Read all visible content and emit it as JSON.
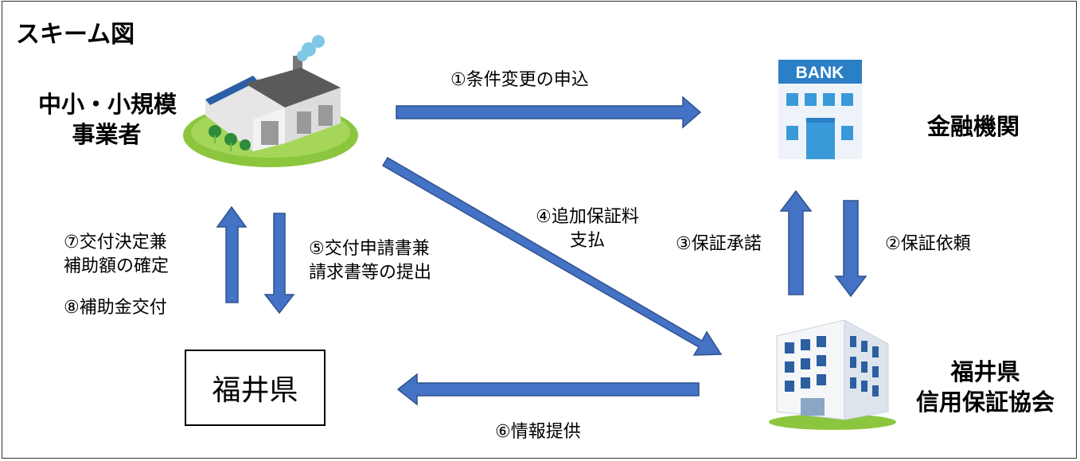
{
  "title": "スキーム図",
  "entities": {
    "business": [
      "中小・小規模",
      "事業者"
    ],
    "bank": "金融機関",
    "bank_sign": "BANK",
    "guarantee": [
      "福井県",
      "信用保証協会"
    ],
    "prefecture": "福井県"
  },
  "flows": {
    "step1": "①条件変更の申込",
    "step2": "②保証依頼",
    "step3": "③保証承諾",
    "step4": [
      "④追加保証料",
      "支払"
    ],
    "step5": [
      "⑤交付申請書兼",
      "請求書等の提出"
    ],
    "step6": "⑥情報提供",
    "step7": [
      "⑦交付決定兼",
      "補助額の確定"
    ],
    "step8": "⑧補助金交付"
  },
  "colors": {
    "arrow": "#4472c4",
    "arrow_border": "#2f528f"
  },
  "icons": [
    "factory-icon",
    "bank-building-icon",
    "office-building-icon"
  ]
}
